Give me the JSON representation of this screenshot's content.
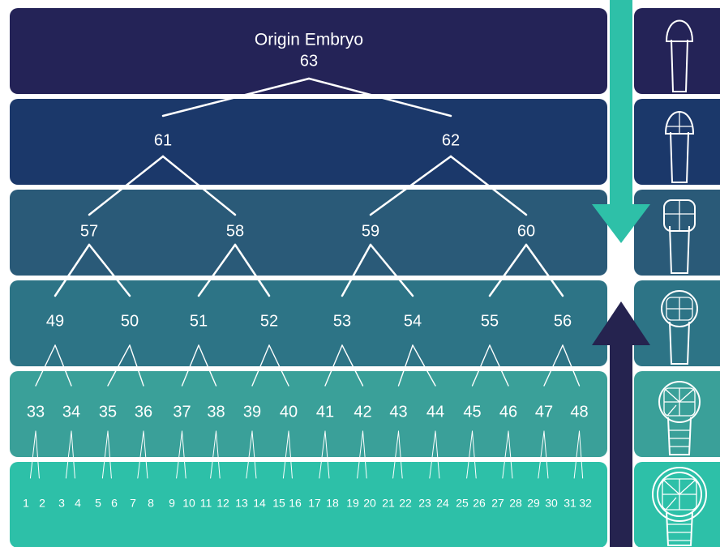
{
  "title": "Origin Embryo",
  "colors": {
    "levels": [
      "#242357",
      "#1b386a",
      "#2a5a78",
      "#2d7486",
      "#3aa099",
      "#2dc0a8"
    ],
    "arrow_down": "#2ec0a8",
    "arrow_up": "#25234f",
    "edge": "#ffffff",
    "text": "#ffffff",
    "background": "#ffffff"
  },
  "tree": {
    "levels": [
      [
        "63"
      ],
      [
        "61",
        "62"
      ],
      [
        "57",
        "58",
        "59",
        "60"
      ],
      [
        "49",
        "50",
        "51",
        "52",
        "53",
        "54",
        "55",
        "56"
      ],
      [
        "33",
        "34",
        "35",
        "36",
        "37",
        "38",
        "39",
        "40",
        "41",
        "42",
        "43",
        "44",
        "45",
        "46",
        "47",
        "48"
      ],
      [
        "1",
        "2",
        "3",
        "4",
        "5",
        "6",
        "7",
        "8",
        "9",
        "10",
        "11",
        "12",
        "13",
        "14",
        "15",
        "16",
        "17",
        "18",
        "19",
        "20",
        "21",
        "22",
        "23",
        "24",
        "25",
        "26",
        "27",
        "28",
        "29",
        "30",
        "31",
        "32"
      ]
    ]
  },
  "arrows": [
    {
      "name": "down-arrow",
      "direction": "down"
    },
    {
      "name": "up-arrow",
      "direction": "up"
    }
  ],
  "embryo_icons": [
    {
      "name": "embryo-stage-1-icon"
    },
    {
      "name": "embryo-stage-2-icon"
    },
    {
      "name": "embryo-stage-3-icon"
    },
    {
      "name": "embryo-stage-4-icon"
    },
    {
      "name": "embryo-stage-5-icon"
    },
    {
      "name": "embryo-stage-6-icon"
    }
  ]
}
